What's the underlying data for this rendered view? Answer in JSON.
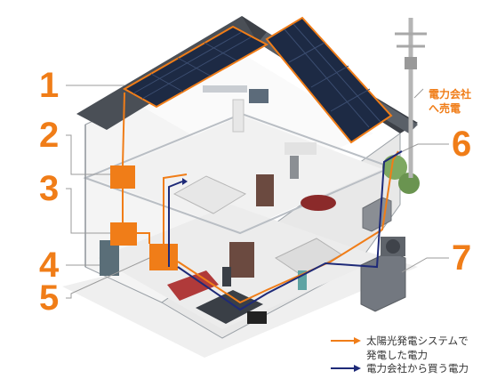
{
  "callouts": {
    "one": "1",
    "two": "2",
    "three": "3",
    "four": "4",
    "five": "5",
    "six": "6",
    "seven": "7"
  },
  "utility_label": {
    "line1": "電力会社",
    "line2": "へ売電"
  },
  "legend": {
    "solar_line1": "太陽光発電システムで",
    "solar_line2": "発電した電力",
    "grid_text": "電力会社から買う電力"
  },
  "colors": {
    "solar_flow": "#f07d18",
    "grid_flow": "#1e2a78",
    "callout": "#f07d18"
  }
}
